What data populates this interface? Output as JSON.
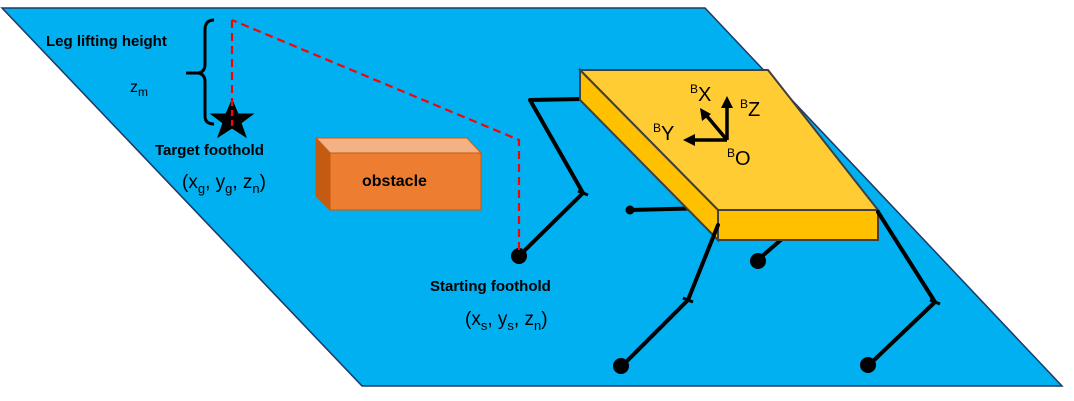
{
  "labels": {
    "leg_lift": "Leg lifting height",
    "zm_main": "z",
    "zm_sub": "m",
    "target": "Target foothold",
    "target_coord": {
      "open": "(x",
      "s1": "g",
      "mid1": ", y",
      "s2": "g",
      "mid2": ", z",
      "s3": "n",
      "close": ")"
    },
    "obstacle": "obstacle",
    "starting": "Starting foothold",
    "start_coord": {
      "open": "(x",
      "s1": "s",
      "mid1": ", y",
      "s2": "s",
      "mid2": ", z",
      "s3": "n",
      "close": ")"
    },
    "axes": {
      "x_sup": "B",
      "x": "X",
      "z_sup": "B",
      "z": "Z",
      "y_sup": "B",
      "y": "Y",
      "o_sup": "B",
      "o": "O"
    }
  },
  "colors": {
    "ground": "#00B0F0",
    "ground_edge": "#1F3864",
    "body_top": "#FFCC33",
    "body_side": "#FFC000",
    "obstacle_front": "#ED7D31",
    "obstacle_top": "#F4B183",
    "obstacle_side": "#C55A11",
    "trajectory": "#FF0000",
    "leg": "#000000"
  }
}
